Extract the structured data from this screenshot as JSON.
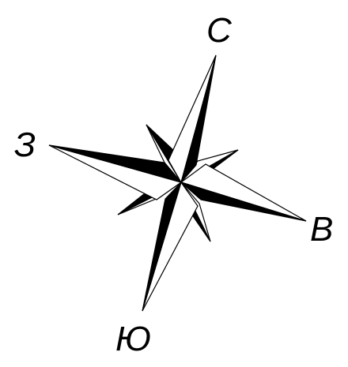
{
  "compass": {
    "labels": {
      "north": "С",
      "east": "В",
      "south": "Ю",
      "west": "З"
    },
    "colors": {
      "dark": "#000000",
      "light": "#ffffff",
      "background": "#ffffff"
    }
  }
}
